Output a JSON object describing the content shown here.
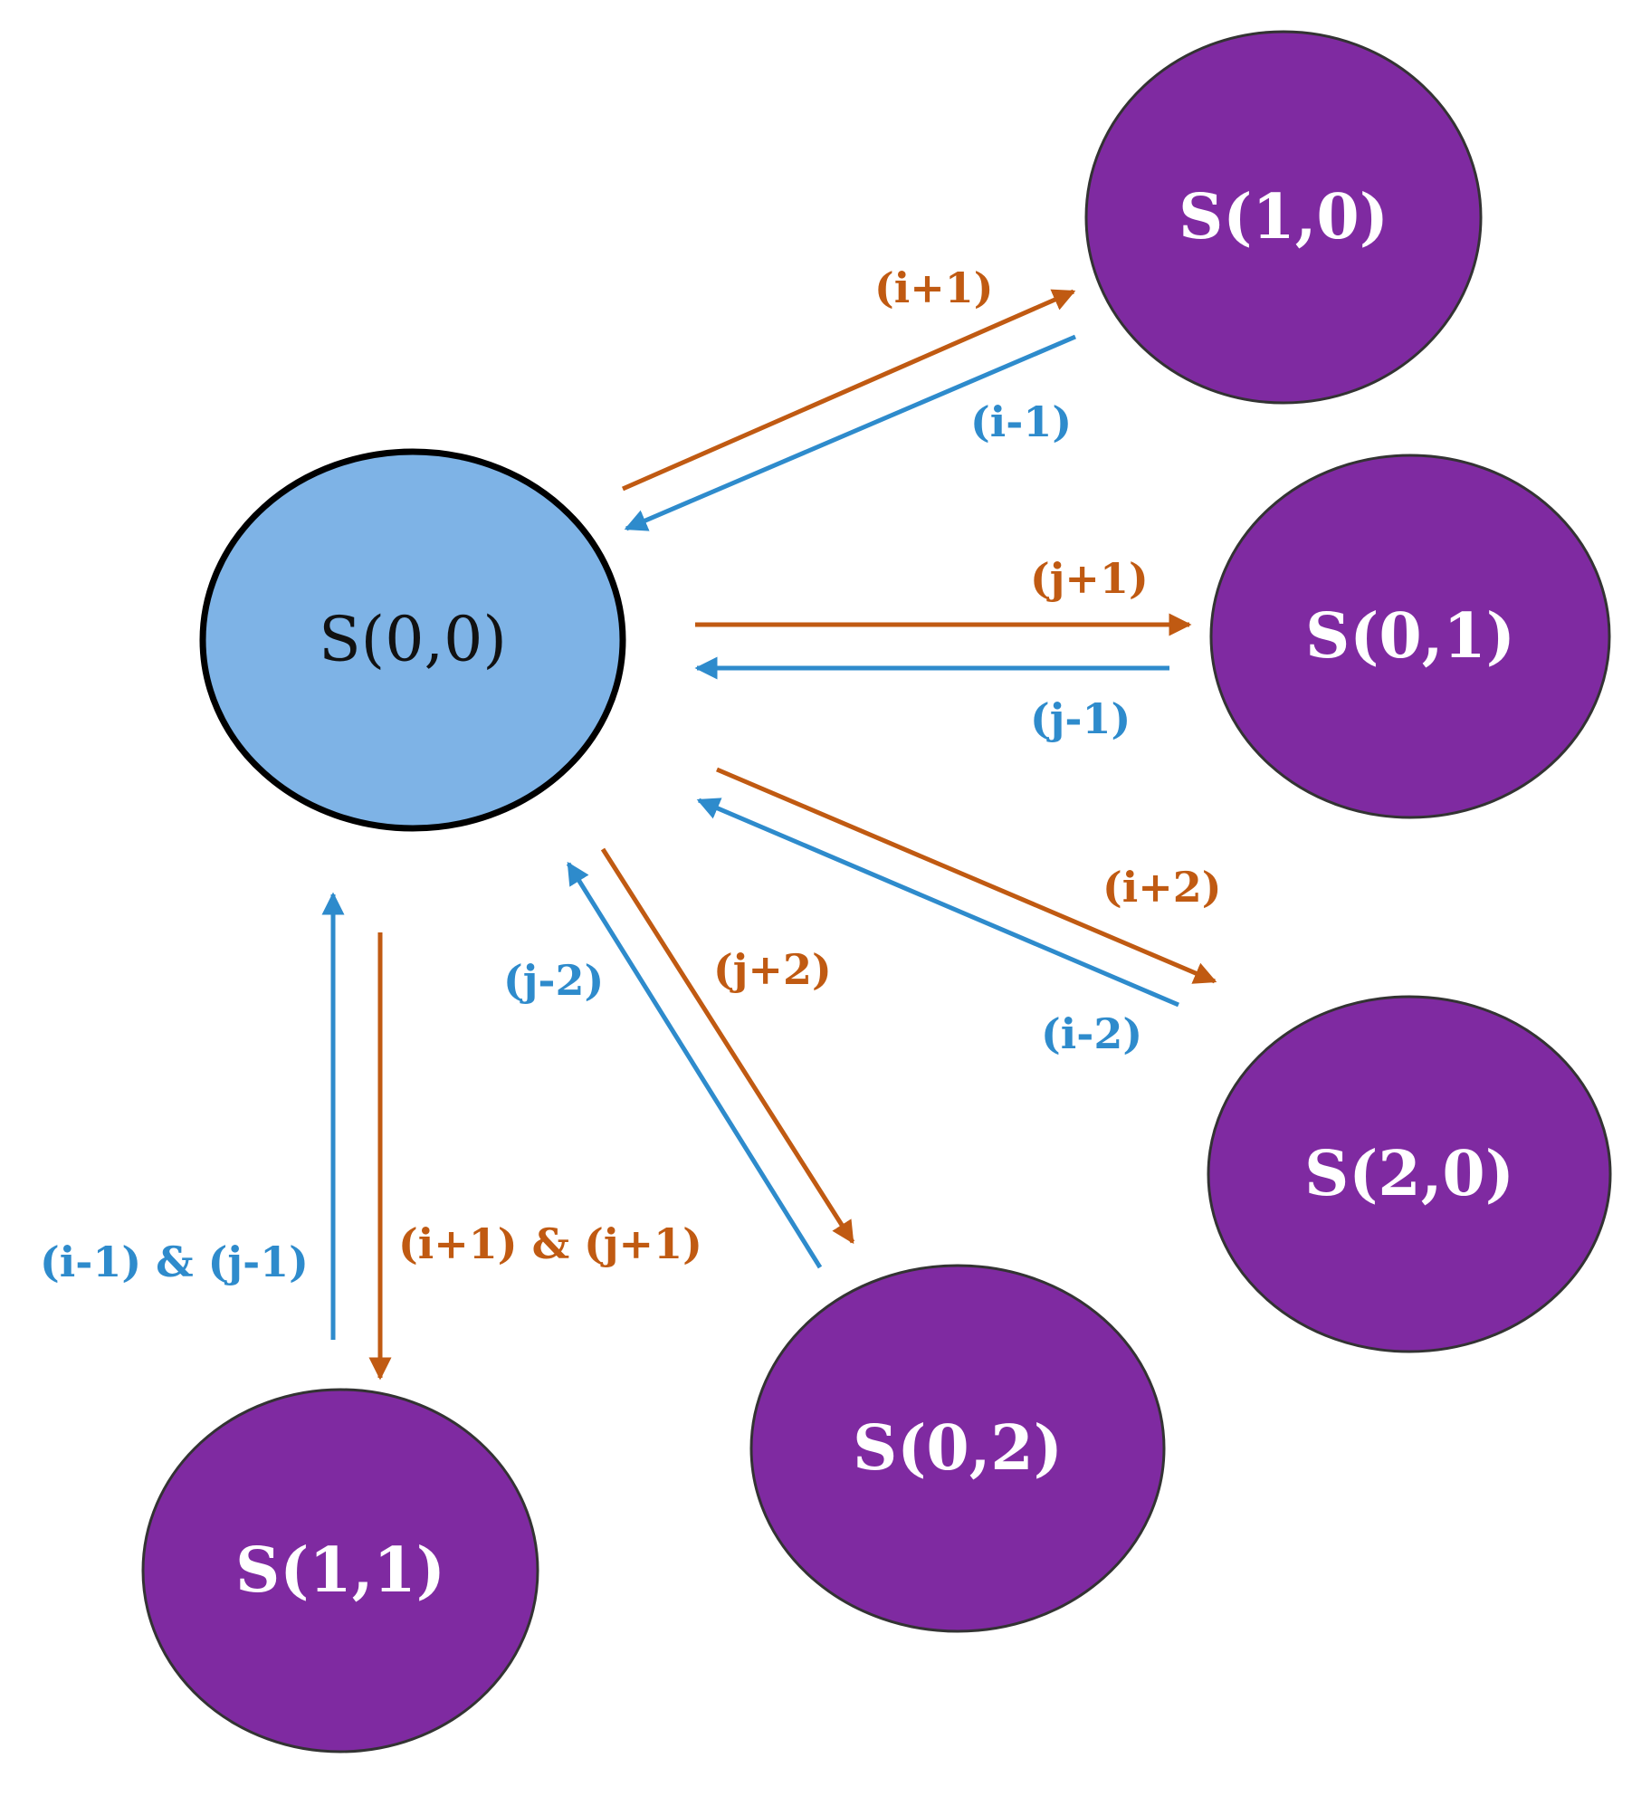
{
  "colors": {
    "center_fill": "#7EB3E6",
    "center_stroke": "#000000",
    "node_fill": "#7F2AA1",
    "node_stroke": "#333333",
    "node_text": "#ffffff",
    "center_text": "#111111",
    "forward": "#C05A12",
    "backward": "#2E8BCC"
  },
  "nodes": {
    "s00": {
      "label": "S(0,0)"
    },
    "s10": {
      "label": "S(1,0)"
    },
    "s01": {
      "label": "S(0,1)"
    },
    "s20": {
      "label": "S(2,0)"
    },
    "s02": {
      "label": "S(0,2)"
    },
    "s11": {
      "label": "S(1,1)"
    }
  },
  "edges": {
    "i_plus_1": "(i+1)",
    "i_minus_1": "(i-1)",
    "j_plus_1": "(j+1)",
    "j_minus_1": "(j-1)",
    "i_plus_2": "(i+2)",
    "i_minus_2": "(i-2)",
    "j_plus_2": "(j+2)",
    "j_minus_2": "(j-2)",
    "ij_plus_1": "(i+1) & (j+1)",
    "ij_minus_1": "(i-1) & (j-1)"
  }
}
